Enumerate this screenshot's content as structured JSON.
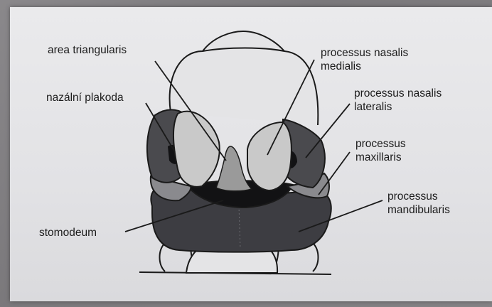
{
  "labels": {
    "area_triangularis": "area triangularis",
    "nazalni_plakoda": "nazální plakoda",
    "stomodeum": "stomodeum",
    "processus_nasalis_medialis": [
      "processus nasalis",
      "medialis"
    ],
    "processus_nasalis_lateralis": [
      "processus nasalis",
      "lateralis"
    ],
    "processus_maxillaris": [
      "processus",
      "maxillaris"
    ],
    "processus_mandibularis": [
      "processus",
      "mandibularis"
    ]
  },
  "colors": {
    "background": "#6f6d70",
    "sheet": "#e6e6e8",
    "outline": "#1a1a1a",
    "medial_nasal_process": "#c9c9c9",
    "lateral_nasal_process": "#4a4a4e",
    "maxillary_process": "#8a8a8e",
    "mandibular_process": "#3d3d42",
    "stomodeum": "#121214",
    "area_triangularis": "#9a9a9a"
  }
}
